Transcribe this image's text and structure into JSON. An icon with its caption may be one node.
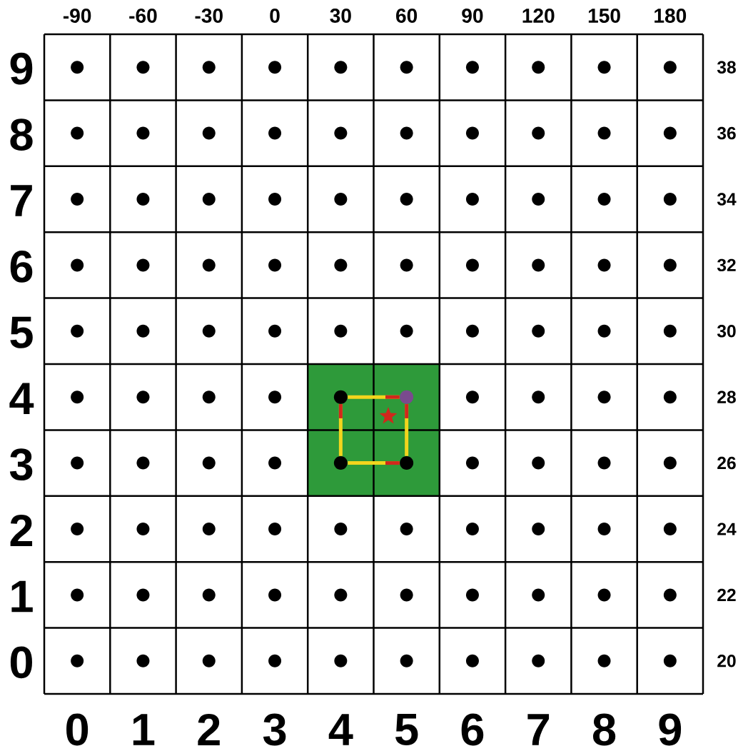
{
  "diagram": {
    "nodes": [
      {
        "text": [],
        "shape": "circle"
      },
      {
        "text": [],
        "shape": "circle"
      },
      {
        "text": [],
        "shape": "circle"
      },
      {
        "text": [],
        "shape": "circle"
      }
    ],
    "edges": [
      {
        "from": 0,
        "to": 1,
        "arrow": "none"
      },
      {
        "from": 2,
        "to": 0,
        "arrow": "none"
      },
      {
        "from": 2,
        "to": 3,
        "arrow": "none"
      },
      {
        "from": 3,
        "to": 1,
        "arrow": "none"
      }
    ],
    "labels": [
      "-90",
      "-60",
      "-30",
      "0",
      "30",
      "60",
      "90",
      "120",
      "150",
      "180",
      "9",
      "38",
      "8",
      "36",
      "7",
      "34",
      "6",
      "32",
      "5",
      "30",
      "4",
      "28",
      "3",
      "26",
      "2",
      "24",
      "1",
      "22",
      "0",
      "20",
      "0",
      "1",
      "2",
      "3",
      "4",
      "5",
      "6",
      "7",
      "8",
      "9"
    ]
  }
}
